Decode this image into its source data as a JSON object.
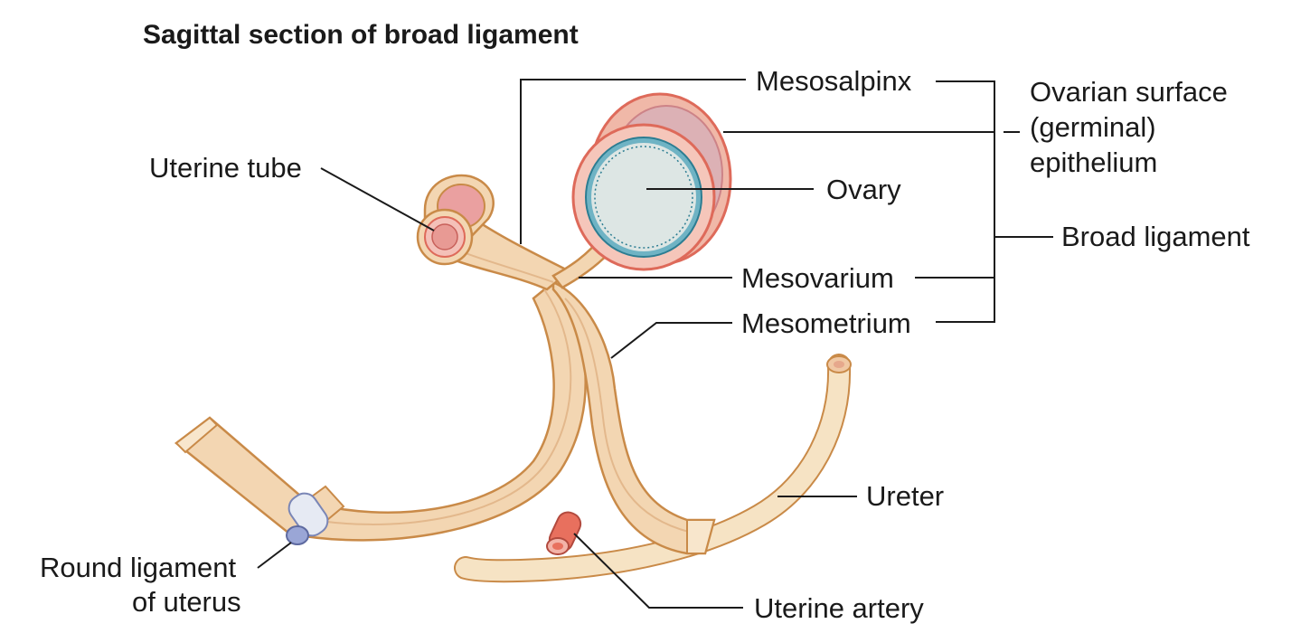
{
  "title": "Sagittal section of broad ligament",
  "labels": {
    "mesosalpinx": "Mesosalpinx",
    "ovarian_surface_line1": "Ovarian surface",
    "ovarian_surface_line2": "(germinal)",
    "ovarian_surface_line3": "epithelium",
    "uterine_tube": "Uterine tube",
    "ovary": "Ovary",
    "broad_ligament": "Broad ligament",
    "mesovarium": "Mesovarium",
    "mesometrium": "Mesometrium",
    "ureter": "Ureter",
    "round_ligament_line1": "Round ligament",
    "round_ligament_line2": "of uterus",
    "uterine_artery": "Uterine artery"
  },
  "colors": {
    "ligament_fill": "#f3d6b2",
    "ligament_stroke": "#c98a48",
    "ligament_inner": "#f8e6cc",
    "ovary_fill": "#dde6e4",
    "ovary_rim": "#6fb3c4",
    "peritoneum_red": "#de6a5a",
    "tube_pink": "#eaa0a0",
    "artery": "#e8705e",
    "round_ligament": "#9aa6d6",
    "ureter_fill": "#f6e3c4"
  }
}
